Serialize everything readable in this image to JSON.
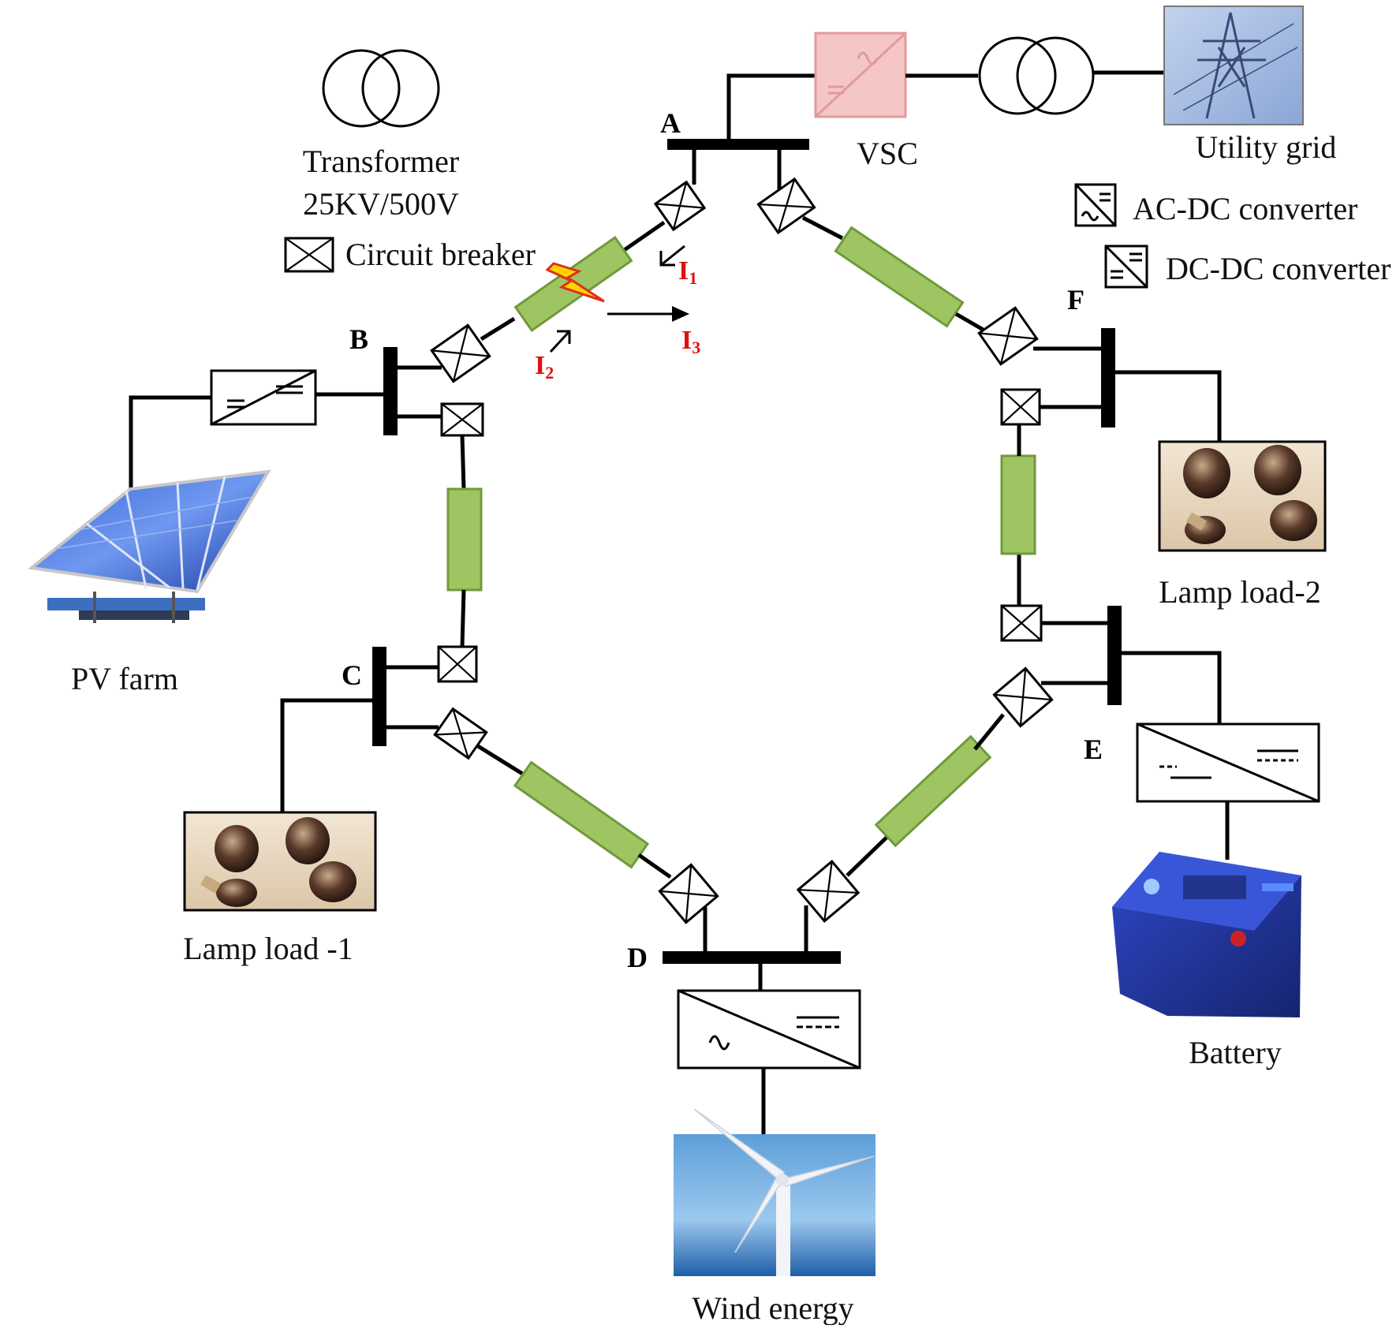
{
  "legend": {
    "transformer_label": "Transformer",
    "transformer_rating": "25KV/500V",
    "circuit_breaker": "Circuit breaker",
    "ac_dc_converter": "AC-DC converter",
    "dc_dc_converter": "DC-DC converter"
  },
  "buses": {
    "a": "A",
    "b": "B",
    "c": "C",
    "d": "D",
    "e": "E",
    "f": "F"
  },
  "components": {
    "vsc": "VSC",
    "utility_grid": "Utility grid",
    "pv_farm": "PV farm",
    "lamp_load_1": "Lamp load -1",
    "lamp_load_2": "Lamp load-2",
    "wind_energy": "Wind energy",
    "battery": "Battery"
  },
  "currents": {
    "i1": {
      "letter": "I",
      "subscript": "1"
    },
    "i2": {
      "letter": "I",
      "subscript": "2"
    },
    "i3": {
      "letter": "I",
      "subscript": "3"
    }
  },
  "colors": {
    "cable_fill": "#9fc563",
    "vsc_fill": "#f4c6c6",
    "current_label": "#e01010",
    "fault_flash": "#ffd400"
  },
  "icons": [
    "transformer-icon",
    "circuit-breaker-icon",
    "ac-dc-converter-icon",
    "dc-dc-converter-icon",
    "fault-flash-icon",
    "solar-panel-icon",
    "lamp-bulbs-icon",
    "wind-turbine-icon",
    "battery-icon",
    "transmission-tower-icon"
  ]
}
